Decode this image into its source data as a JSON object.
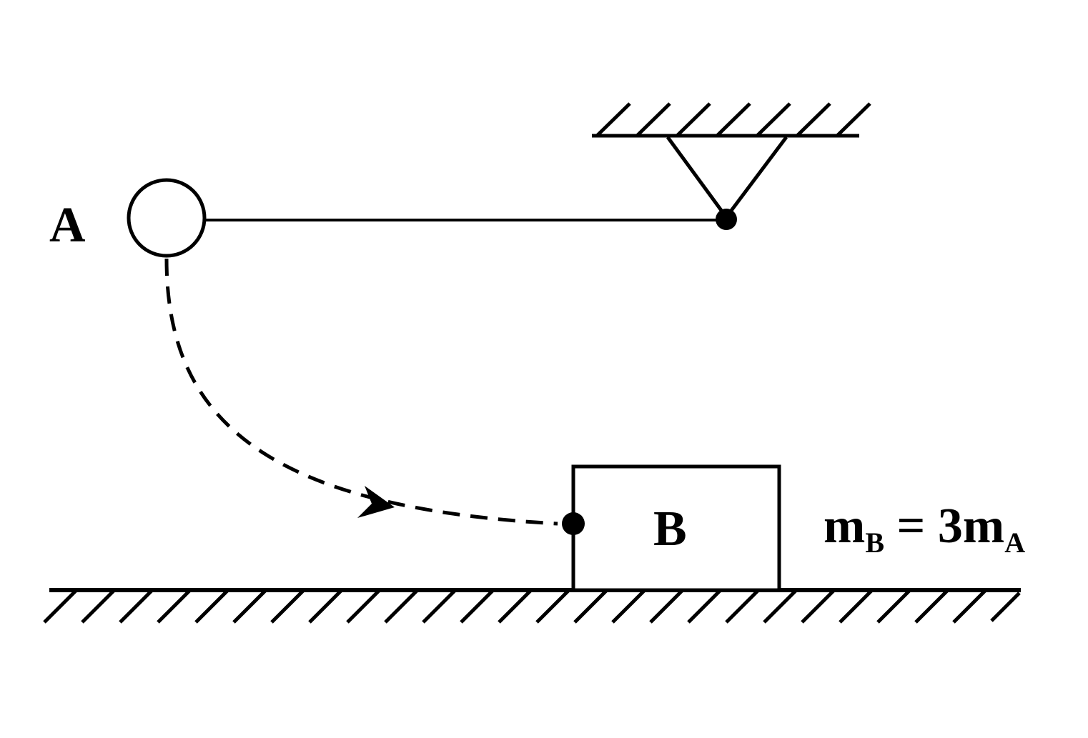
{
  "labels": {
    "ball": "A",
    "block": "B",
    "mass_relation": {
      "m1": "m",
      "sub1": "B",
      "eq": " = 3m",
      "sub2": "A"
    }
  },
  "colors": {
    "ink": "#000000",
    "background": "#ffffff"
  }
}
